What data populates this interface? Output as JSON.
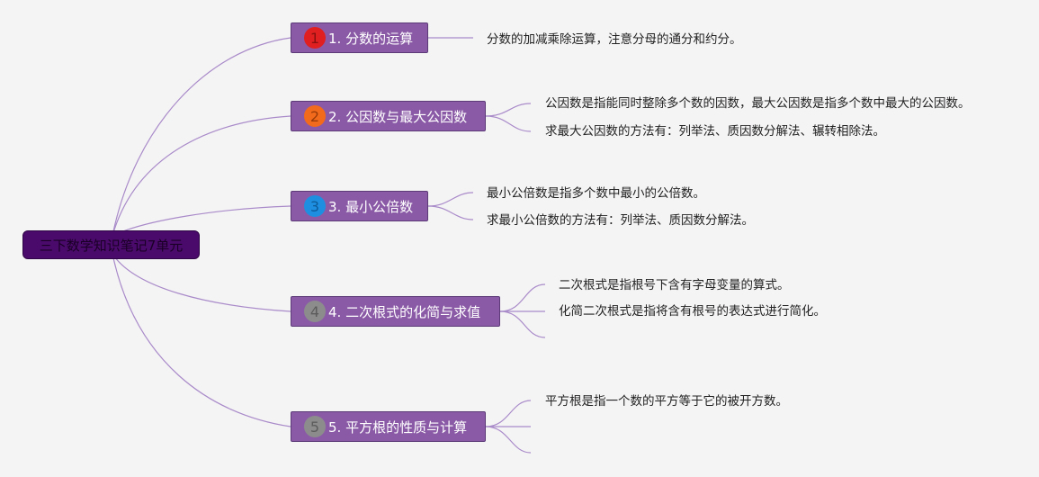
{
  "root": {
    "title": "三下数学知识笔记7单元"
  },
  "topics": [
    {
      "badge": "1",
      "label": "1. 分数的运算",
      "badge_color": "#e02020",
      "badge_text": "#8a1010",
      "notes": [
        "分数的加减乘除运算，注意分母的通分和约分。"
      ]
    },
    {
      "badge": "2",
      "label": "2. 公因数与最大公因数",
      "badge_color": "#f26a1b",
      "badge_text": "#9a3a08",
      "notes": [
        "公因数是指能同时整除多个数的因数，最大公因数是指多个数中最大的公因数。",
        "求最大公因数的方法有：列举法、质因数分解法、辗转相除法。"
      ]
    },
    {
      "badge": "3",
      "label": "3. 最小公倍数",
      "badge_color": "#1e8fe0",
      "badge_text": "#0d5a99",
      "notes": [
        "最小公倍数是指多个数中最小的公倍数。",
        "求最小公倍数的方法有：列举法、质因数分解法。"
      ]
    },
    {
      "badge": "4",
      "label": "4. 二次根式的化简与求值",
      "badge_color": "#8c8c8c",
      "badge_text": "#5c5c5c",
      "notes": [
        "二次根式是指根号下含有字母变量的算式。",
        "化简二次根式是指将含有根号的表达式进行简化。"
      ]
    },
    {
      "badge": "5",
      "label": "5. 平方根的性质与计算",
      "badge_color": "#8c8c8c",
      "badge_text": "#5c5c5c",
      "notes": [
        "平方根是指一个数的平方等于它的被开方数。"
      ]
    }
  ],
  "colors": {
    "root_fill": "#4a0a6b",
    "topic_fill": "#8a5aa6",
    "line": "#a98bc9",
    "background": "#f5f4f5"
  }
}
